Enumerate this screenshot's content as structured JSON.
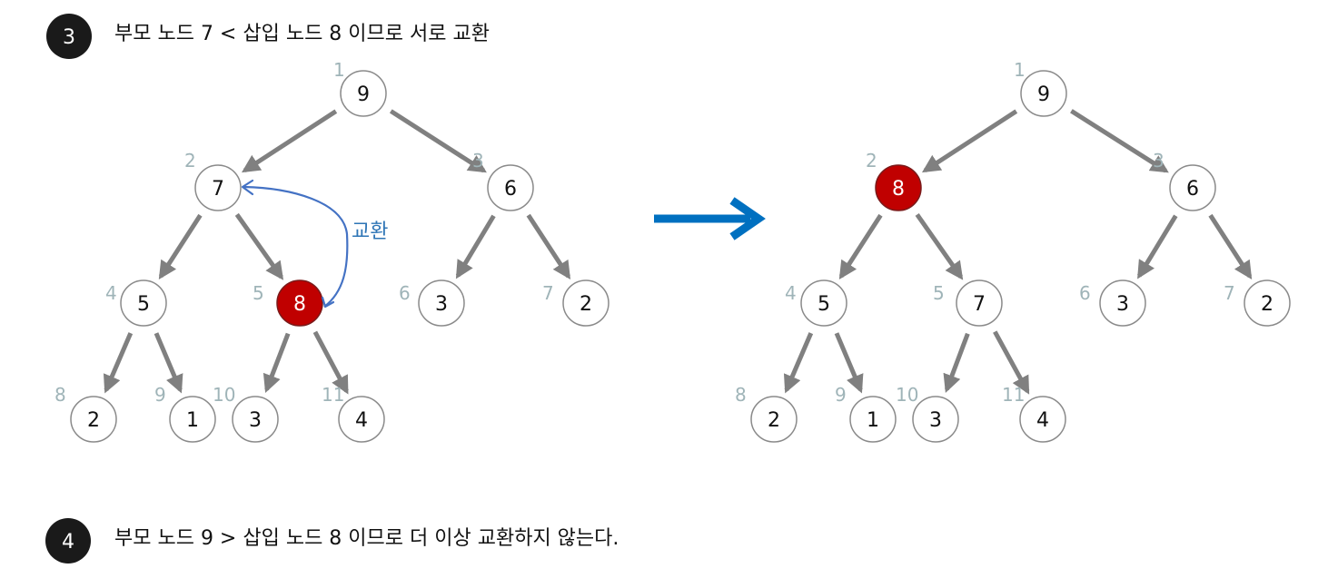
{
  "step3": {
    "number": "3",
    "text": "부모 노드 7 < 삽입 노드 8 이므로 서로 교환"
  },
  "step4": {
    "number": "4",
    "text": "부모 노드 9 > 삽입 노드 8 이므로 더 이상 교환하지 않는다."
  },
  "swap_label": "교환",
  "colors": {
    "highlight": "#c00000",
    "edge": "#808080",
    "swap_curve": "#4472c4",
    "swap_text": "#2e75b6",
    "big_arrow": "#0070c0",
    "badge": "#1a1a1a"
  },
  "trees": {
    "before": {
      "highlight_index": 5,
      "nodes": [
        {
          "index": "1",
          "value": "9"
        },
        {
          "index": "2",
          "value": "7"
        },
        {
          "index": "3",
          "value": "6"
        },
        {
          "index": "4",
          "value": "5"
        },
        {
          "index": "5",
          "value": "8"
        },
        {
          "index": "6",
          "value": "3"
        },
        {
          "index": "7",
          "value": "2"
        },
        {
          "index": "8",
          "value": "2"
        },
        {
          "index": "9",
          "value": "1"
        },
        {
          "index": "10",
          "value": "3"
        },
        {
          "index": "11",
          "value": "4"
        }
      ]
    },
    "after": {
      "highlight_index": 2,
      "nodes": [
        {
          "index": "1",
          "value": "9"
        },
        {
          "index": "2",
          "value": "8"
        },
        {
          "index": "3",
          "value": "6"
        },
        {
          "index": "4",
          "value": "5"
        },
        {
          "index": "5",
          "value": "7"
        },
        {
          "index": "6",
          "value": "3"
        },
        {
          "index": "7",
          "value": "2"
        },
        {
          "index": "8",
          "value": "2"
        },
        {
          "index": "9",
          "value": "1"
        },
        {
          "index": "10",
          "value": "3"
        },
        {
          "index": "11",
          "value": "4"
        }
      ]
    }
  }
}
